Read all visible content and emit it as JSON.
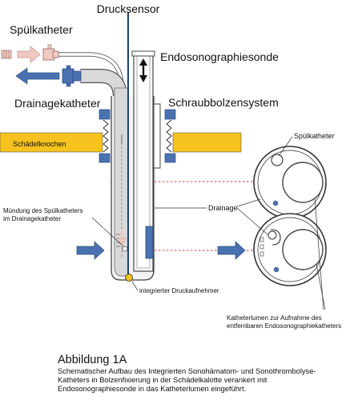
{
  "labels": {
    "drucksensor": "Drucksensor",
    "spuelkatheter_top": "Spülkatheter",
    "endosonographiesonde": "Endosonographiesonde",
    "drainagekatheter": "Drainagekatheter",
    "schraubbolzensystem": "Schraubbolzensystem",
    "schaedelknochen": "Schädelknochen",
    "spuelkatheter_cross": "Spülkatheter",
    "drainage": "Drainage",
    "muendung_line1": "Mündung des Spülkatheters",
    "muendung_line2": "im Drainagekatheter",
    "druckaufnehmer": "integrierter Druckaufnehmer",
    "lumen_line1": "Katheterlumen zur Aufnahme des",
    "lumen_line2": "entfernbaren Endosonographiekatheters"
  },
  "caption": {
    "title": "Abbildung 1A",
    "body_line1": "Schematischer Aufbau des Integrierten Sonohämatom- und Sonothrombolyse-",
    "body_line2": "Katheters in Bolzenfixierung in der Schädelkalotte verankert mit",
    "body_line3": "Endosonographiesonde in das Katheterlumen eingeführt."
  },
  "colors": {
    "connector_blue": "#4a72b0",
    "bone_yellow": "#f5c21e",
    "pink": "#f2c9c0",
    "tube_gray": "#d9d9d9",
    "section_dash": "#e33b3b",
    "sensor_line": "#1f3f73"
  }
}
